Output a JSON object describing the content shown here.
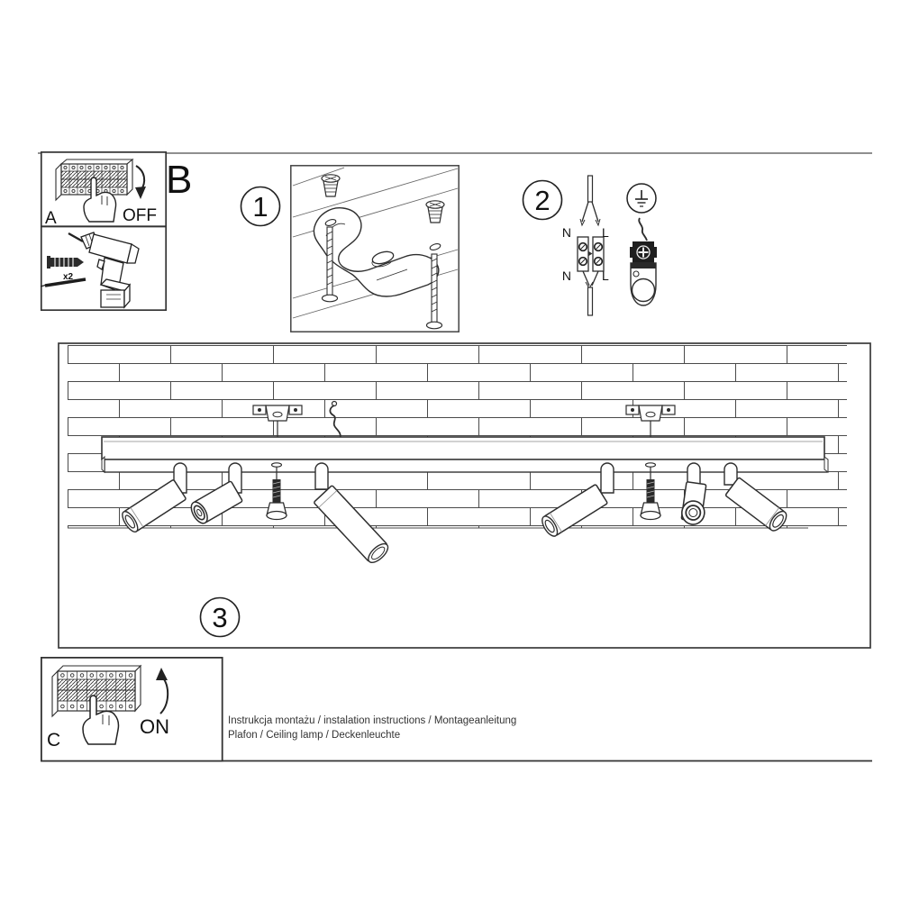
{
  "doc": {
    "instructions_line": "Instrukcja montażu / instalation instructions / Montageanleitung",
    "product_line": "Plafon / Ceiling lamp / Deckenleuchte"
  },
  "steps": {
    "step1": "1",
    "step2": "2",
    "step3": "3"
  },
  "sections": {
    "a_label": "A",
    "b_label": "B",
    "c_label": "C",
    "power_off": "OFF",
    "power_on": "ON"
  },
  "tools": {
    "anchors_qty": "x2"
  },
  "wiring": {
    "neutral_top": "N",
    "live_top": "L",
    "neutral_bottom": "N",
    "live_bottom": "L"
  },
  "colors": {
    "line": "#2e2e2e",
    "brick_line": "#4a4a4a",
    "dark_fill": "#222222",
    "muted": "#666666",
    "bg": "#ffffff"
  }
}
